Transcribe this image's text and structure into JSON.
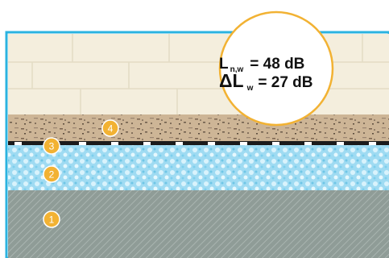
{
  "colors": {
    "frame": "#2bb3e0",
    "tile": "#f4eedd",
    "tile_line": "#e3dcc4",
    "screed": "#cdb596",
    "membrane": "#1b1b1b",
    "insulation": "#9fdbf2",
    "concrete": "#8f9c97",
    "marker": "#f2b233",
    "callout_border": "#f2b233"
  },
  "layers": [
    {
      "number": "1",
      "material": "concrete slab"
    },
    {
      "number": "2",
      "material": "insulation board"
    },
    {
      "number": "3",
      "material": "membrane"
    },
    {
      "number": "4",
      "material": "screed"
    }
  ],
  "callout": {
    "line1": {
      "symbol": "L",
      "subscript": "n,w",
      "value": "= 48 dB"
    },
    "line2": {
      "symbol": "ΔL",
      "subscript": "w",
      "value": "= 27 dB"
    }
  }
}
